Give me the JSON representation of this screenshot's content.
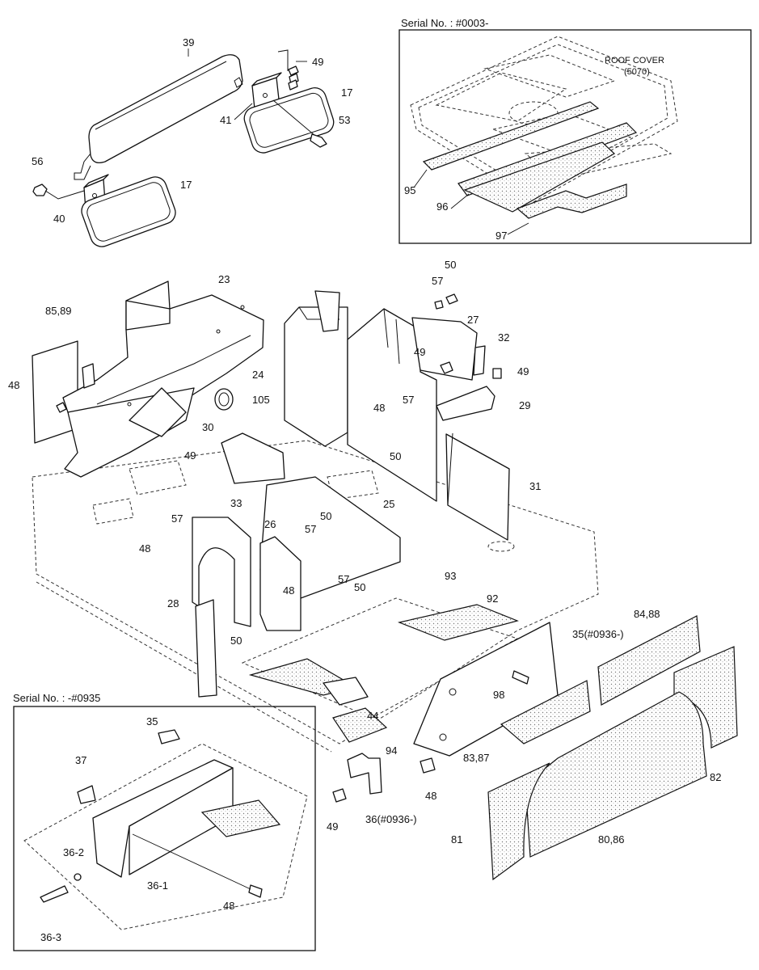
{
  "insets": {
    "upper_right": {
      "header": "Serial No. : #0003-",
      "note_title": "ROOF COVER",
      "note_sub": "(5070)"
    },
    "lower_left": {
      "header": "Serial No. : -#0935"
    }
  },
  "labels": {
    "p39": "39",
    "p49a": "49",
    "p17a": "17",
    "p41": "41",
    "p53": "53",
    "p56": "56",
    "p17b": "17",
    "p40": "40",
    "p95": "95",
    "p96": "96",
    "p97": "97",
    "p23": "23",
    "p8589": "85,89",
    "p48a": "48",
    "p105": "105",
    "p24": "24",
    "p50a": "50",
    "p57a": "57",
    "p27": "27",
    "p49b": "49",
    "p32": "32",
    "p49c": "49",
    "p29": "29",
    "p48b": "48",
    "p57b": "57",
    "p50b": "50",
    "p30": "30",
    "p49d": "49",
    "p31": "31",
    "p25": "25",
    "p33": "33",
    "p57c": "57",
    "p48c": "48",
    "p26": "26",
    "p50c": "50",
    "p57d": "57",
    "p48d": "48",
    "p57e": "57",
    "p50d": "50",
    "p28": "28",
    "p50e": "50",
    "p93": "93",
    "p92": "92",
    "p8488": "84,88",
    "p35a": "35(#0936-)",
    "p98": "98",
    "p44": "44",
    "p94": "94",
    "p8387": "83,87",
    "p82": "82",
    "p48e": "48",
    "p49e": "49",
    "p36a": "36(#0936-)",
    "p81": "81",
    "p8086": "80,86",
    "p35b": "35",
    "p37": "37",
    "p362": "36-2",
    "p361": "36-1",
    "p48f": "48",
    "p363": "36-3"
  },
  "colors": {
    "line": "#111111",
    "background": "#ffffff",
    "texture": "#777777"
  }
}
